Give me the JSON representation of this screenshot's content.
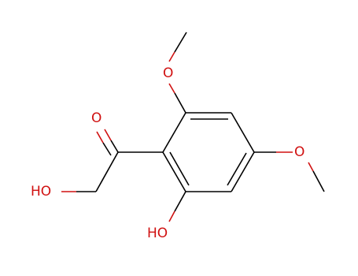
{
  "colors": {
    "background": "#ffffff",
    "bond": "#000000",
    "oxygen": "#d01010"
  },
  "atoms": {
    "o_methoxy_top": "O",
    "o_methoxy_right": "O",
    "o_carbonyl": "O",
    "ho_alcohol": "HO",
    "ho_phenol": "HO"
  }
}
